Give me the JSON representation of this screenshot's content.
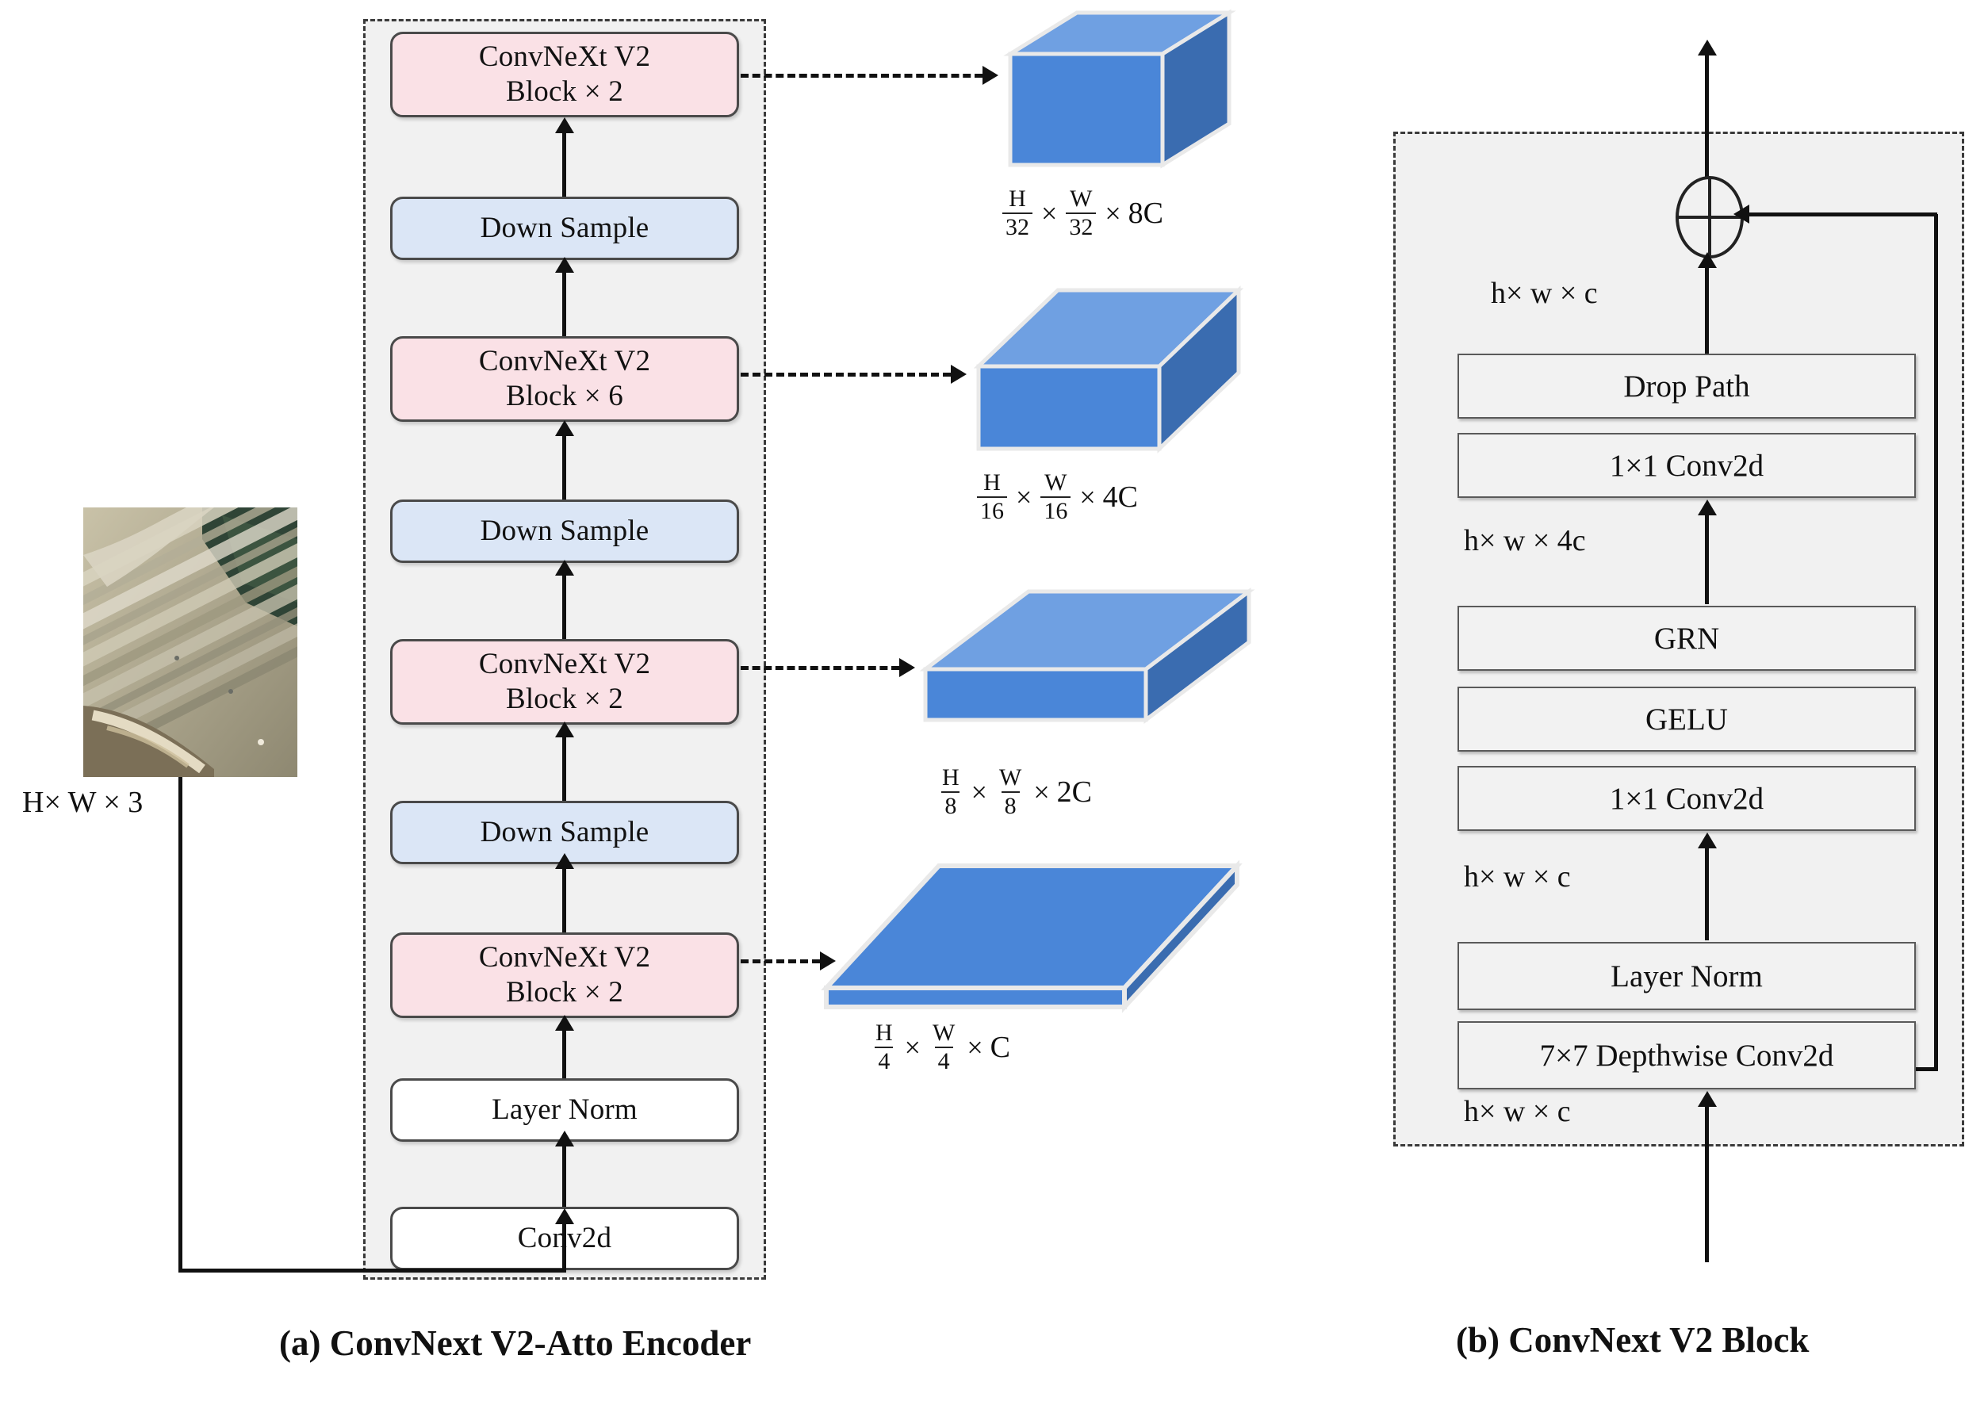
{
  "panel_a": {
    "caption": "(a) ConvNext V2-Atto Encoder",
    "input_label": "H× W × 3",
    "blocks": [
      {
        "name": "convnext-block-stage4",
        "lines": [
          "ConvNeXt V2",
          "Block × 2"
        ],
        "style": "pink"
      },
      {
        "name": "down-sample-3",
        "lines": [
          "Down Sample"
        ],
        "style": "blue"
      },
      {
        "name": "convnext-block-stage3",
        "lines": [
          "ConvNeXt V2",
          "Block × 6"
        ],
        "style": "pink"
      },
      {
        "name": "down-sample-2",
        "lines": [
          "Down Sample"
        ],
        "style": "blue"
      },
      {
        "name": "convnext-block-stage2",
        "lines": [
          "ConvNeXt V2",
          "Block × 2"
        ],
        "style": "pink"
      },
      {
        "name": "down-sample-1",
        "lines": [
          "Down Sample"
        ],
        "style": "blue"
      },
      {
        "name": "convnext-block-stage1",
        "lines": [
          "ConvNeXt V2",
          "Block × 2"
        ],
        "style": "pink"
      },
      {
        "name": "layer-norm",
        "lines": [
          "Layer Norm"
        ],
        "style": "white"
      },
      {
        "name": "conv2d-stem",
        "lines": [
          "Conv2d"
        ],
        "style": "white"
      }
    ],
    "feature_maps": [
      {
        "name": "feature-map-stage4",
        "num1": "H",
        "den1": "32",
        "num2": "W",
        "den2": "32",
        "channels": "8C",
        "shape": "cube"
      },
      {
        "name": "feature-map-stage3",
        "num1": "H",
        "den1": "16",
        "num2": "W",
        "den2": "16",
        "channels": "4C",
        "shape": "box"
      },
      {
        "name": "feature-map-stage2",
        "num1": "H",
        "den1": "8",
        "num2": "W",
        "den2": "8",
        "channels": "2C",
        "shape": "flat"
      },
      {
        "name": "feature-map-stage1",
        "num1": "H",
        "den1": "4",
        "num2": "W",
        "den2": "4",
        "channels": "C",
        "shape": "slab"
      }
    ]
  },
  "panel_b": {
    "caption": "(b) ConvNext V2 Block",
    "rows": [
      {
        "name": "drop-path",
        "label": "Drop Path"
      },
      {
        "name": "conv2d-1x1-out",
        "label": "1×1 Conv2d"
      },
      {
        "name": "grn",
        "label": "GRN"
      },
      {
        "name": "gelu",
        "label": "GELU"
      },
      {
        "name": "conv2d-1x1-in",
        "label": "1×1 Conv2d"
      },
      {
        "name": "layer-norm",
        "label": "Layer Norm"
      },
      {
        "name": "depthwise-conv2d",
        "label": "7×7 Depthwise Conv2d"
      }
    ],
    "dims": {
      "top": "h× w × c",
      "mid4c": "h× w × 4c",
      "midc": "h× w × c",
      "bottom": "h× w × c"
    },
    "add_symbol": "plus"
  },
  "colors": {
    "pink_block": "#fae1e6",
    "blue_block": "#dbe6f6",
    "white_block": "#ffffff",
    "panel_fill": "#f1f1f1",
    "tensor_front": "#4a86d8",
    "tensor_top": "#6fa0e2",
    "tensor_side": "#3a6cb0",
    "border_dark": "#4a4a4a"
  }
}
